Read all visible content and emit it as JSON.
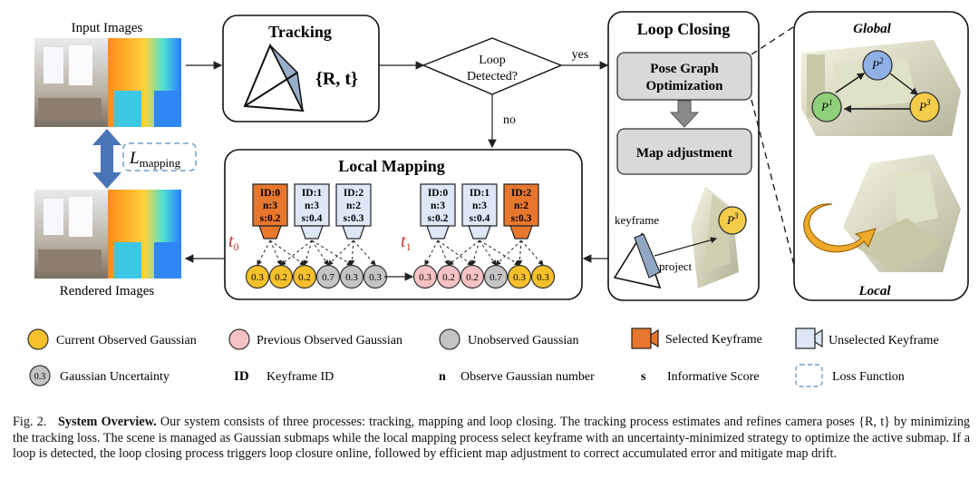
{
  "figure": {
    "input_images_label": "Input Images",
    "rendered_images_label": "Rendered Images",
    "loss_label_main": "L",
    "loss_label_sub": "mapping",
    "tracking": {
      "title": "Tracking",
      "pose": "{R, t}"
    },
    "decision": {
      "line1": "Loop",
      "line2": "Detected?",
      "yes": "yes",
      "no": "no"
    },
    "loop_closing": {
      "title": "Loop Closing",
      "pgo_line1": "Pose Graph",
      "pgo_line2": "Optimization",
      "map_adjust": "Map adjustment",
      "keyframe": "keyframe",
      "project": "project",
      "p3_base": "P",
      "p3_sup": "3"
    },
    "global_local": {
      "global": "Global",
      "local": "Local",
      "nodes": [
        {
          "base": "P",
          "sup": "2"
        },
        {
          "base": "P",
          "sup": "1"
        },
        {
          "base": "P",
          "sup": "3"
        }
      ]
    },
    "local_mapping": {
      "title": "Local Mapping",
      "t0": "t",
      "t0_sub": "0",
      "t1": "t",
      "t1_sub": "1",
      "keyframes_t0": [
        {
          "id": "ID:0",
          "n": "n:3",
          "s": "s:0.2",
          "selected": true
        },
        {
          "id": "ID:1",
          "n": "n:3",
          "s": "s:0.4",
          "selected": false
        },
        {
          "id": "ID:2",
          "n": "n:2",
          "s": "s:0.3",
          "selected": false
        }
      ],
      "keyframes_t1": [
        {
          "id": "ID:0",
          "n": "n:3",
          "s": "s:0.2",
          "selected": false
        },
        {
          "id": "ID:1",
          "n": "n:3",
          "s": "s:0.4",
          "selected": false
        },
        {
          "id": "ID:2",
          "n": "n:2",
          "s": "s:0.3",
          "selected": true
        }
      ],
      "gaussians_t0": [
        {
          "v": "0.3",
          "kind": "current"
        },
        {
          "v": "0.2",
          "kind": "current"
        },
        {
          "v": "0.2",
          "kind": "current"
        },
        {
          "v": "0.7",
          "kind": "unobserved"
        },
        {
          "v": "0.3",
          "kind": "unobserved"
        },
        {
          "v": "0.3",
          "kind": "unobserved"
        }
      ],
      "gaussians_t1": [
        {
          "v": "0.3",
          "kind": "previous"
        },
        {
          "v": "0.2",
          "kind": "previous"
        },
        {
          "v": "0.2",
          "kind": "previous"
        },
        {
          "v": "0.7",
          "kind": "unobserved"
        },
        {
          "v": "0.3",
          "kind": "current"
        },
        {
          "v": "0.3",
          "kind": "current"
        }
      ]
    },
    "legend": {
      "current": "Current Observed Gaussian",
      "previous": "Previous Observed Gaussian",
      "unobserved": "Unobserved Gaussian",
      "selected_kf": "Selected Keyframe",
      "unselected_kf": "Unselected Keyframe",
      "uncertainty_sample": "0.3",
      "uncertainty": "Gaussian Uncertainty",
      "id_key": "ID",
      "id_desc": "Keyframe ID",
      "n_key": "n",
      "n_desc": "Observe Gaussian number",
      "s_key": "s",
      "s_desc": "Informative Score",
      "loss": "Loss Function"
    },
    "colors": {
      "current": "#f5c02a",
      "previous": "#f7c2c4",
      "unobserved": "#c4c4c4",
      "selected_kf": "#e8772e",
      "unselected_kf": "#dde7f6",
      "node_blue": "#8fb1e6",
      "node_green": "#8fd17a",
      "node_yellow": "#f5cc4a",
      "dashed_blue": "#6fa1cf",
      "arrow_blue": "#4a74b8",
      "t_red": "#c0392b",
      "gray_box": "#d9d9d9"
    }
  },
  "caption": {
    "fig_no": "Fig. 2.",
    "title": "System Overview.",
    "text": "Our system consists of three processes: tracking, mapping and loop closing. The tracking process estimates and refines camera poses {R, t} by minimizing the tracking loss. The scene is managed as Gaussian submaps while the local mapping process select keyframe with an uncertainty-minimized strategy to optimize the active submap. If a loop is detected, the loop closing process triggers loop closure online, followed by efficient map adjustment to correct accumulated error and mitigate map drift."
  }
}
